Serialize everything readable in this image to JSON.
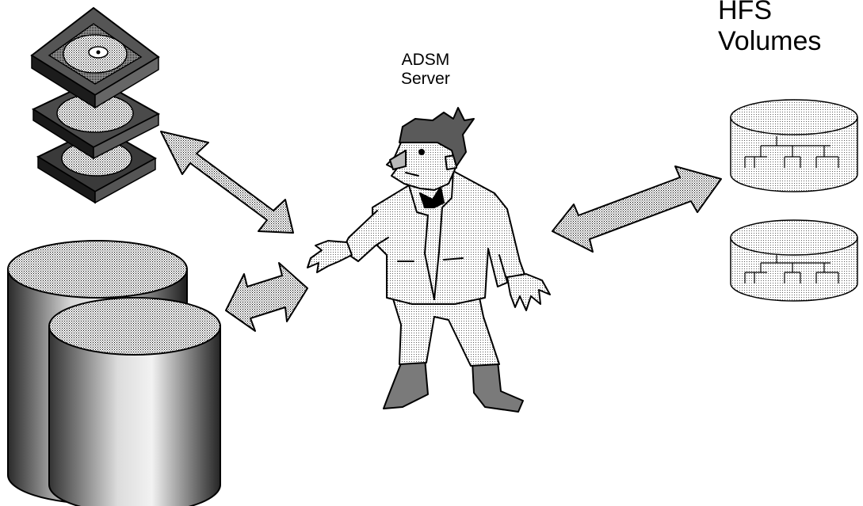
{
  "server_label": {
    "line1": "ADSM",
    "line2": "Server"
  },
  "volumes_label": {
    "line1": "HFS",
    "line2": "Volumes"
  },
  "colors": {
    "shade": "#c8c8c8",
    "light_shade": "#e2e2e2",
    "ink": "#000000",
    "background": "#ffffff"
  },
  "icons": {
    "tape_stack": "optical-cartridge-stack-icon",
    "disk_stack": "dasd-cylinder-icon",
    "server_person": "server-person-icon",
    "hfs_volume": "hfs-volume-icon",
    "connector": "double-arrow-icon"
  }
}
